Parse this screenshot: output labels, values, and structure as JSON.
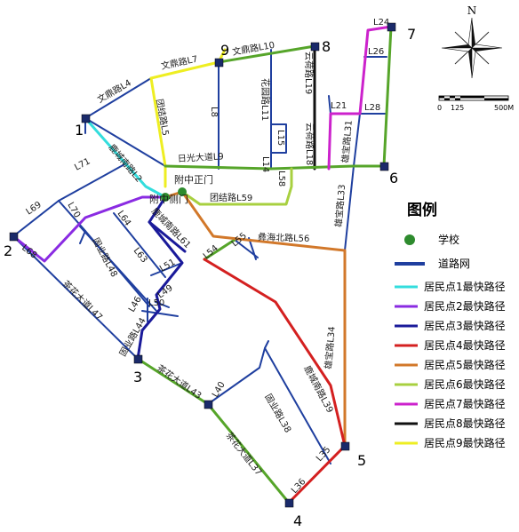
{
  "compass": {
    "north_label": "N"
  },
  "scale_bar": {
    "labels": [
      "0",
      "125",
      "500M"
    ]
  },
  "legend": {
    "title": "图例",
    "items": [
      {
        "label": "学校",
        "color": "#2e8b2e",
        "kind": "school"
      },
      {
        "label": "道路网",
        "color": "#1f3f9f",
        "kind": "road"
      },
      {
        "label": "居民点1最快路径",
        "color": "#33dddd",
        "kind": "route"
      },
      {
        "label": "居民点2最快路径",
        "color": "#8a2be2",
        "kind": "route"
      },
      {
        "label": "居民点3最快路径",
        "color": "#1a1a9a",
        "kind": "route"
      },
      {
        "label": "居民点4最快路径",
        "color": "#d42020",
        "kind": "route"
      },
      {
        "label": "居民点5最快路径",
        "color": "#d2782a",
        "kind": "route"
      },
      {
        "label": "居民点6最快路径",
        "color": "#a8d040",
        "kind": "route"
      },
      {
        "label": "居民点7最快路径",
        "color": "#cc22cc",
        "kind": "route"
      },
      {
        "label": "居民点8最快路径",
        "color": "#111111",
        "kind": "route"
      },
      {
        "label": "居民点9最快路径",
        "color": "#eeee22",
        "kind": "route"
      }
    ]
  },
  "nodes": [
    {
      "id": "n1",
      "label": "1",
      "color": "#1a2a6a"
    },
    {
      "id": "n2",
      "label": "2",
      "color": "#1a2a6a"
    },
    {
      "id": "n3",
      "label": "3",
      "color": "#1a2a6a"
    },
    {
      "id": "n4",
      "label": "4",
      "color": "#1a2a6a"
    },
    {
      "id": "n5",
      "label": "5",
      "color": "#1a2a6a"
    },
    {
      "id": "n6",
      "label": "6",
      "color": "#1a2a6a"
    },
    {
      "id": "n7",
      "label": "7",
      "color": "#1a2a6a"
    },
    {
      "id": "n8",
      "label": "8",
      "color": "#1a2a6a"
    },
    {
      "id": "n9",
      "label": "9",
      "color": "#1a2a6a"
    }
  ],
  "schools": [
    {
      "id": "school-main-gate",
      "label": "附中正门"
    },
    {
      "id": "school-side-gate",
      "label": "附中侧门"
    }
  ],
  "road_labels": [
    "文鼎路L4",
    "文鼎路L7",
    "文鼎路L10",
    "团结路L5",
    "L8",
    "花园路L11",
    "L15",
    "云荷路L18",
    "云荷路L19",
    "L21",
    "L24",
    "L26",
    "L28",
    "雄宝路L31",
    "日光大道L9",
    "L14",
    "L58",
    "团结路L59",
    "L71",
    "鹿城南路L2",
    "L69",
    "L70",
    "L68",
    "L64",
    "鹿城南路L61",
    "L63",
    "L51",
    "L54",
    "L55",
    "彝海北路L56",
    "雄宝路L33",
    "固业路L48",
    "茶花大道L47",
    "L46",
    "L50",
    "L49",
    "固业路L44",
    "茶花大道L43",
    "L40",
    "雄宝路L34",
    "鹿城南路L39",
    "固业路L38",
    "茶花大道L37",
    "L35",
    "L36"
  ]
}
